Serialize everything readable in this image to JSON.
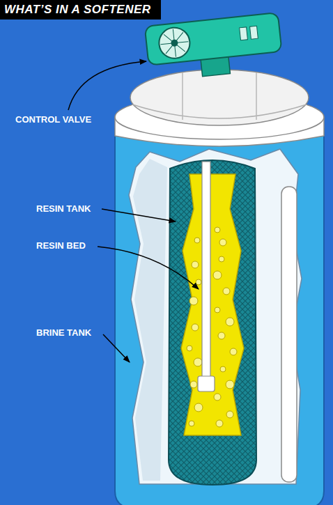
{
  "diagram": {
    "title": "WHAT’S IN A SOFTENER",
    "labels": [
      "CONTROL VALVE",
      "RESIN TANK",
      "RESIN BED",
      "BRINE TANK"
    ]
  }
}
